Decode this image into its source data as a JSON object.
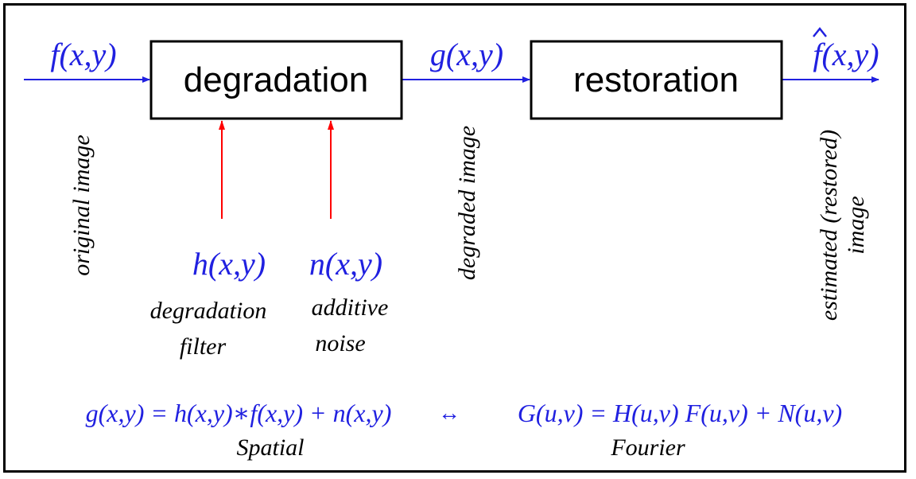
{
  "signals": {
    "input": "f(x,y)",
    "degraded": "g(x,y)",
    "output": "f(x,y)",
    "filter": "h(x,y)",
    "noise": "n(x,y)"
  },
  "blocks": {
    "degradation": "degradation",
    "restoration": "restoration"
  },
  "labels": {
    "original_image": "original image",
    "degraded_image": "degraded image",
    "estimated_line1": "estimated (restored)",
    "estimated_line2": "image",
    "filter_line1": "degradation",
    "filter_line2": "filter",
    "noise_line1": "additive",
    "noise_line2": "noise"
  },
  "equations": {
    "spatial": "g(x,y) = h(x,y)∗f(x,y) + n(x,y)",
    "equivalence": "↔",
    "fourier": "G(u,v) = H(u,v) F(u,v) + N(u,v)",
    "spatial_caption": "Spatial",
    "fourier_caption": "Fourier"
  },
  "colors": {
    "signal": "#2020e0",
    "modifier_arrow": "#ff0000",
    "text": "#000000"
  }
}
